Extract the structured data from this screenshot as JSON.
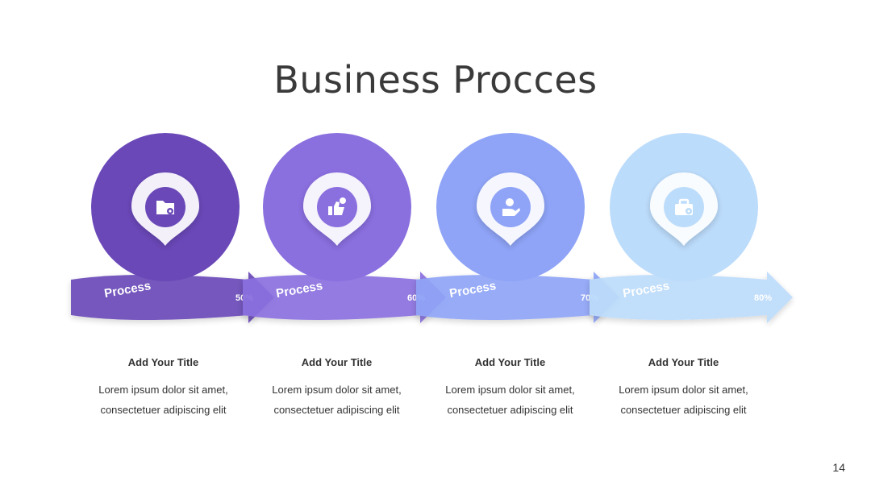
{
  "slide": {
    "title": "Business Procces",
    "page_number": "14"
  },
  "steps": [
    {
      "label": "Process",
      "percent": "50%",
      "title": "Add Your Title",
      "desc_line1": "Lorem ipsum dolor sit amet,",
      "desc_line2": "consectetuer adipiscing elit",
      "color": "#6a48b8",
      "icon": "folder-gear-icon"
    },
    {
      "label": "Process",
      "percent": "60%",
      "title": "Add Your Title",
      "desc_line1": "Lorem ipsum dolor sit amet,",
      "desc_line2": "consectetuer adipiscing elit",
      "color": "#8a6fdf",
      "icon": "thumbs-up-badge-icon"
    },
    {
      "label": "Process",
      "percent": "70%",
      "title": "Add Your Title",
      "desc_line1": "Lorem ipsum dolor sit amet,",
      "desc_line2": "consectetuer adipiscing elit",
      "color": "#8fa4f7",
      "icon": "hand-coin-icon"
    },
    {
      "label": "Process",
      "percent": "80%",
      "title": "Add Your Title",
      "desc_line1": "Lorem ipsum dolor sit amet,",
      "desc_line2": "consectetuer adipiscing elit",
      "color": "#bcdcfb",
      "icon": "toolbox-gear-icon"
    }
  ]
}
